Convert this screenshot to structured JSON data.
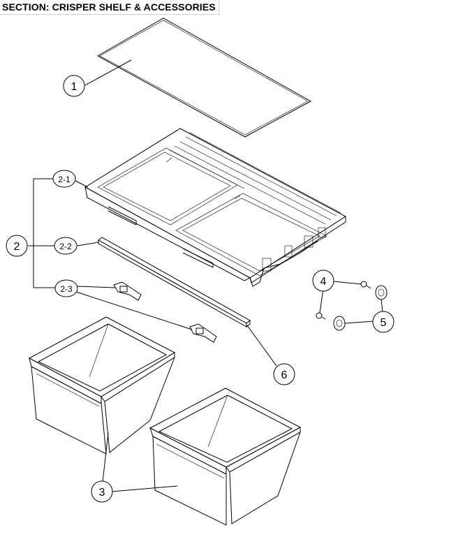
{
  "section_title": "SECTION: CRISPER SHELF & ACCESSORIES",
  "callouts": {
    "c1": "1",
    "c2": "2",
    "c2_1": "2-1",
    "c2_2": "2-2",
    "c2_3": "2-3",
    "c3": "3",
    "c4": "4",
    "c5": "5",
    "c6": "6"
  }
}
